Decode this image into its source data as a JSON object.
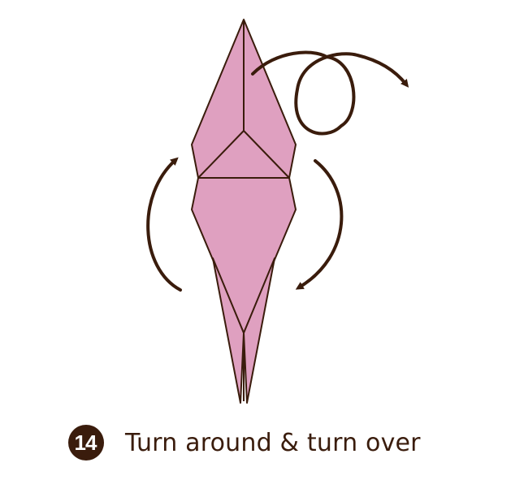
{
  "step": {
    "number": "14",
    "instruction": "Turn around & turn over"
  },
  "colors": {
    "paper": "#dfa0c0",
    "fold_line": "#3a1c0c",
    "arrow": "#3a1c0c",
    "badge_background": "#3a1c0c",
    "badge_text": "#ffffff",
    "text": "#3a1c0c"
  },
  "figure": {
    "model": "origami-crane-base",
    "arrows": [
      "turn-over-loop-arrow",
      "rotate-left-arrow",
      "rotate-right-arrow"
    ]
  }
}
